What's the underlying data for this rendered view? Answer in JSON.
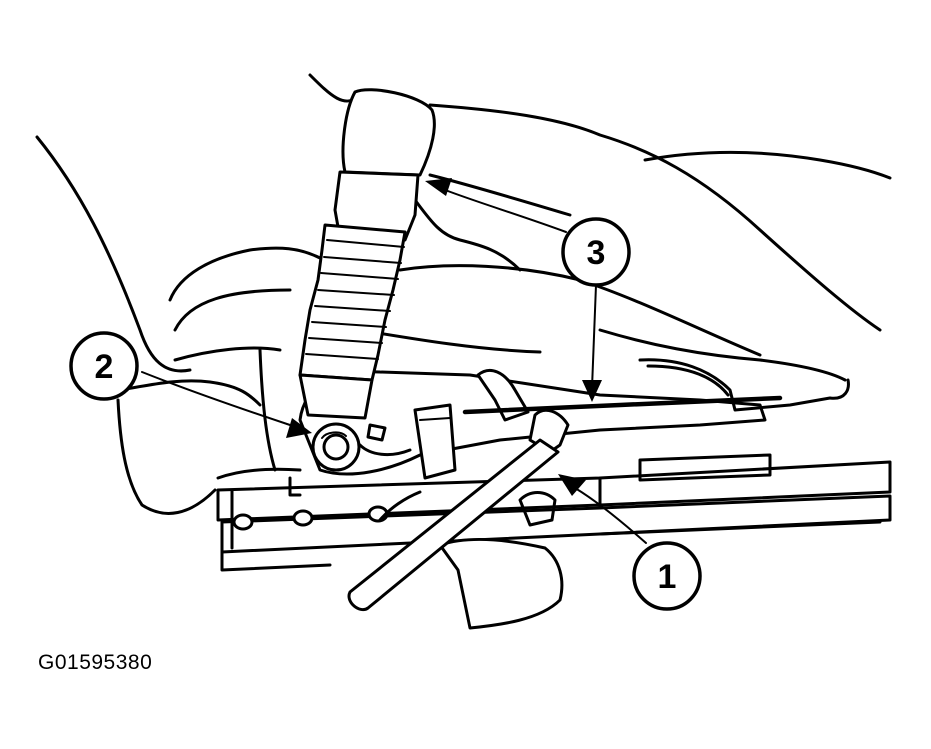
{
  "figure_id": "G01595380",
  "callouts": [
    {
      "number": "1"
    },
    {
      "number": "2"
    },
    {
      "number": "3"
    }
  ],
  "colors": {
    "line": "#000000",
    "background": "#ffffff"
  }
}
